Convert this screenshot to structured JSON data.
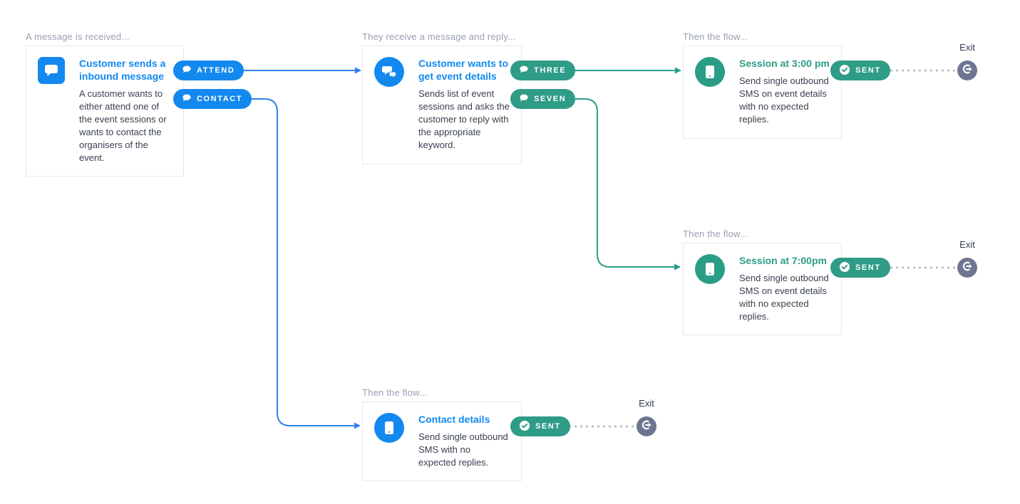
{
  "flow": {
    "colors": {
      "blue_accent": "#1389f0",
      "green_accent": "#2a9d86",
      "green_pill": "#2e9c86",
      "exit_gray": "#6e7591",
      "zone_label_gray": "#99a0b2",
      "body_text": "#39404f",
      "card_border": "#e6e8ee",
      "connector_blue": "#2f80e8",
      "connector_green": "#2a9d8a",
      "dotted_line": "#b4b8c6"
    },
    "nodes": [
      {
        "zone_label": "A message is received...",
        "title": "Customer sends a inbound message",
        "description": "A customer wants to either attend one of the event sessions or wants to contact the organisers of the event.",
        "icon": "chat-bubble-icon",
        "pills": [
          {
            "label": "ATTEND",
            "icon": "speech-bubble-icon"
          },
          {
            "label": "CONTACT",
            "icon": "speech-bubble-icon"
          }
        ]
      },
      {
        "zone_label": "They receive a message and reply...",
        "title": "Customer wants to get event details",
        "description": "Sends list of event sessions and asks the customer to reply with the appropriate keyword.",
        "icon": "chat-reply-icon",
        "pills": [
          {
            "label": "THREE",
            "icon": "speech-bubble-icon"
          },
          {
            "label": "SEVEN",
            "icon": "speech-bubble-icon"
          }
        ]
      },
      {
        "zone_label": "Then the flow...",
        "title": "Session at 3:00 pm",
        "description": "Send single outbound SMS on event details with no expected replies.",
        "icon": "phone-icon",
        "pills": [
          {
            "label": "SENT",
            "icon": "check-circle-icon"
          }
        ],
        "exit_label": "Exit"
      },
      {
        "zone_label": "Then the flow...",
        "title": "Session at 7:00pm",
        "description": "Send single outbound SMS on event details with no expected replies.",
        "icon": "phone-icon",
        "pills": [
          {
            "label": "SENT",
            "icon": "check-circle-icon"
          }
        ],
        "exit_label": "Exit"
      },
      {
        "zone_label": "Then the flow...",
        "title": "Contact details",
        "description": "Send single outbound SMS with no expected replies.",
        "icon": "phone-icon",
        "pills": [
          {
            "label": "SENT",
            "icon": "check-circle-icon"
          }
        ],
        "exit_label": "Exit"
      }
    ]
  }
}
